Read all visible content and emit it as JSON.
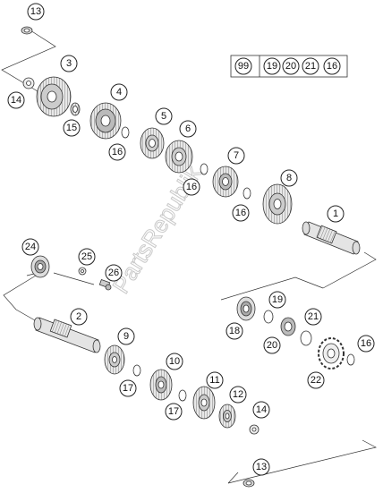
{
  "watermark": "PartsRepublik",
  "set_box": [
    "99",
    "19",
    "20",
    "21",
    "16"
  ],
  "callouts": {
    "c13a": "13",
    "c3": "3",
    "c14a": "14",
    "c15": "15",
    "c4": "4",
    "c16a": "16",
    "c5": "5",
    "c6": "6",
    "c16b": "16",
    "c7": "7",
    "c16c": "16",
    "c8": "8",
    "c1": "1",
    "c24": "24",
    "c25": "25",
    "c26": "26",
    "c2": "2",
    "c19": "19",
    "c21": "21",
    "c18": "18",
    "c20": "20",
    "c16d": "16",
    "c22": "22",
    "c9": "9",
    "c17a": "17",
    "c10": "10",
    "c17b": "17",
    "c11": "11",
    "c12": "12",
    "c14b": "14",
    "c13b": "13"
  }
}
